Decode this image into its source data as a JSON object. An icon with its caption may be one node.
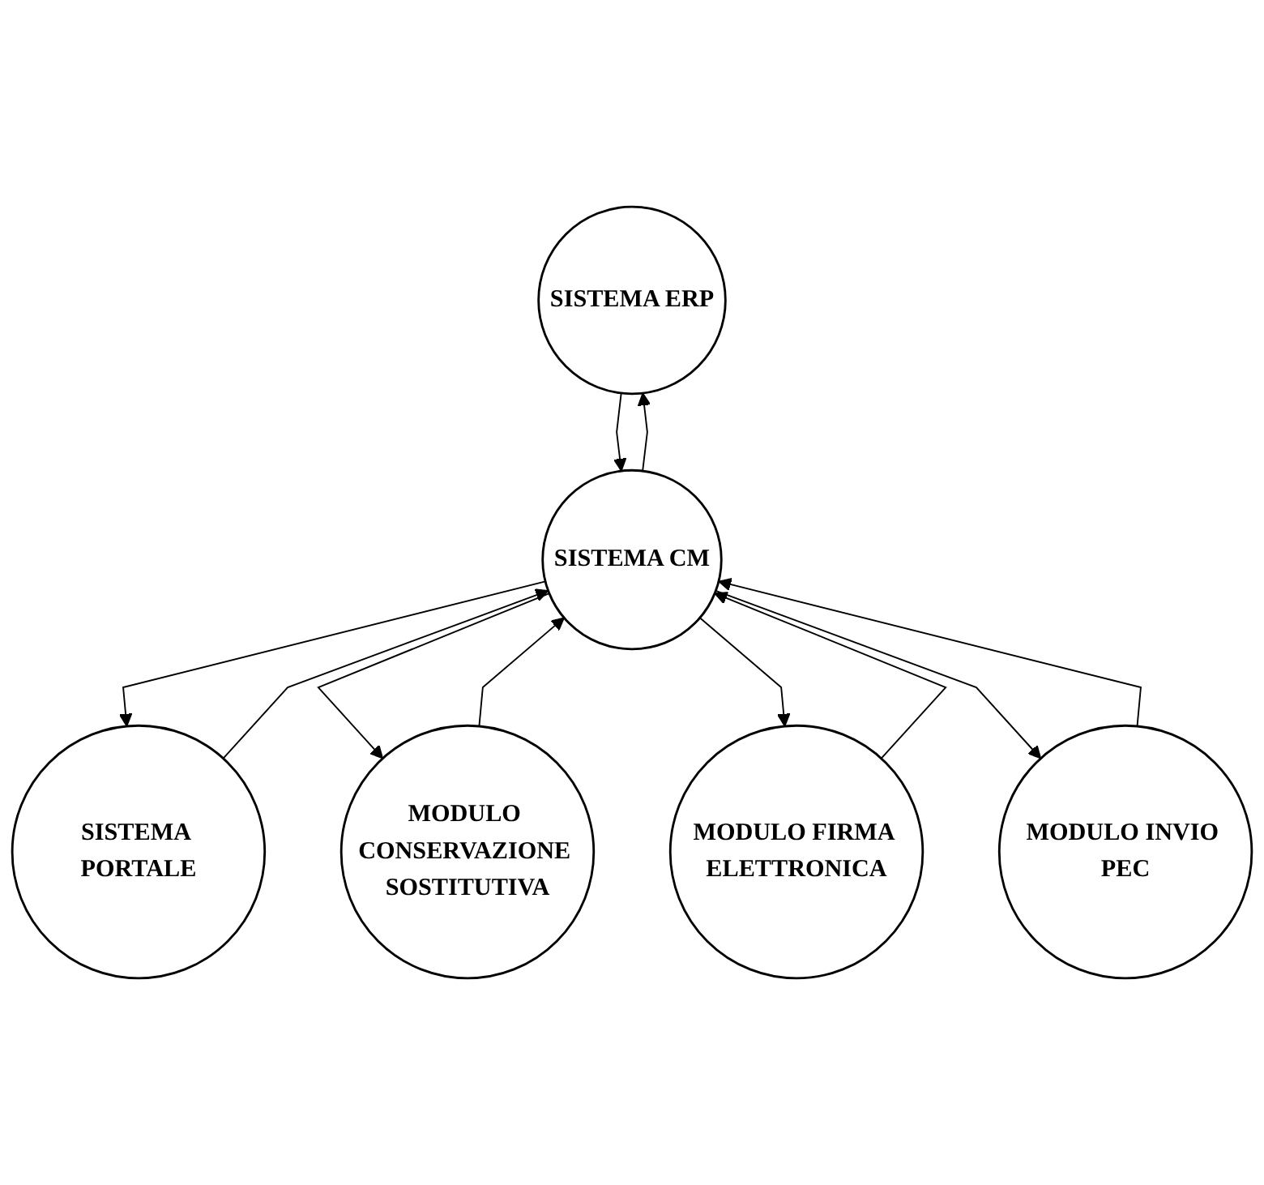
{
  "diagram": {
    "nodes": [
      {
        "text": [
          "SISTEMA ERP"
        ]
      },
      {
        "text": [
          "SISTEMA PORTALE"
        ]
      },
      {
        "text": [
          "SISTEMA CM"
        ]
      },
      {
        "text": [
          "MODULO CONSERVAZIONE SOSTITUTIVA"
        ]
      },
      {
        "text": [
          "MODULO FIRMA ELETTRONICA"
        ]
      },
      {
        "text": [
          "MODULO INVIO PEC"
        ]
      }
    ],
    "edges": [
      {
        "from": 2,
        "to": 0,
        "arrow": "to"
      },
      {
        "from": 0,
        "to": 2,
        "arrow": "to"
      },
      {
        "from": 2,
        "to": 1,
        "arrow": "to"
      },
      {
        "from": 1,
        "to": 2,
        "arrow": "to"
      },
      {
        "from": 2,
        "to": 3,
        "arrow": "to"
      },
      {
        "from": 3,
        "to": 2,
        "arrow": "to"
      },
      {
        "from": 2,
        "to": 4,
        "arrow": "to"
      },
      {
        "from": 4,
        "to": 2,
        "arrow": "to"
      },
      {
        "from": 2,
        "to": 5,
        "arrow": "to"
      },
      {
        "from": 5,
        "to": 2,
        "arrow": "to"
      }
    ]
  }
}
